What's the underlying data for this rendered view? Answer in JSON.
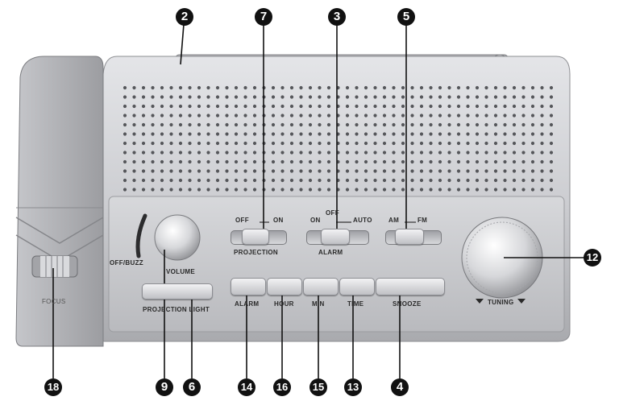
{
  "labels": {
    "projection_switch": {
      "left": "OFF",
      "right": "ON",
      "name": "PROJECTION"
    },
    "alarm_switch": {
      "left": "ON",
      "top": "OFF",
      "right": "AUTO",
      "name": "ALARM"
    },
    "band_switch": {
      "left": "AM",
      "right": "FM"
    },
    "off_buzz": "OFF/BUZZ",
    "volume": "VOLUME",
    "projection_light": "PROJECTION LIGHT",
    "buttons": [
      "ALARM",
      "HOUR",
      "MIN",
      "TIME",
      "SNOOZE"
    ],
    "tuning": "TUNING",
    "focus": "FOCUS"
  },
  "callouts": [
    "2",
    "7",
    "3",
    "5",
    "12",
    "18",
    "9",
    "6",
    "14",
    "16",
    "15",
    "13",
    "4"
  ],
  "colors": {
    "body": "#c9cacd",
    "callout": "#111111",
    "leader": "#111111"
  }
}
